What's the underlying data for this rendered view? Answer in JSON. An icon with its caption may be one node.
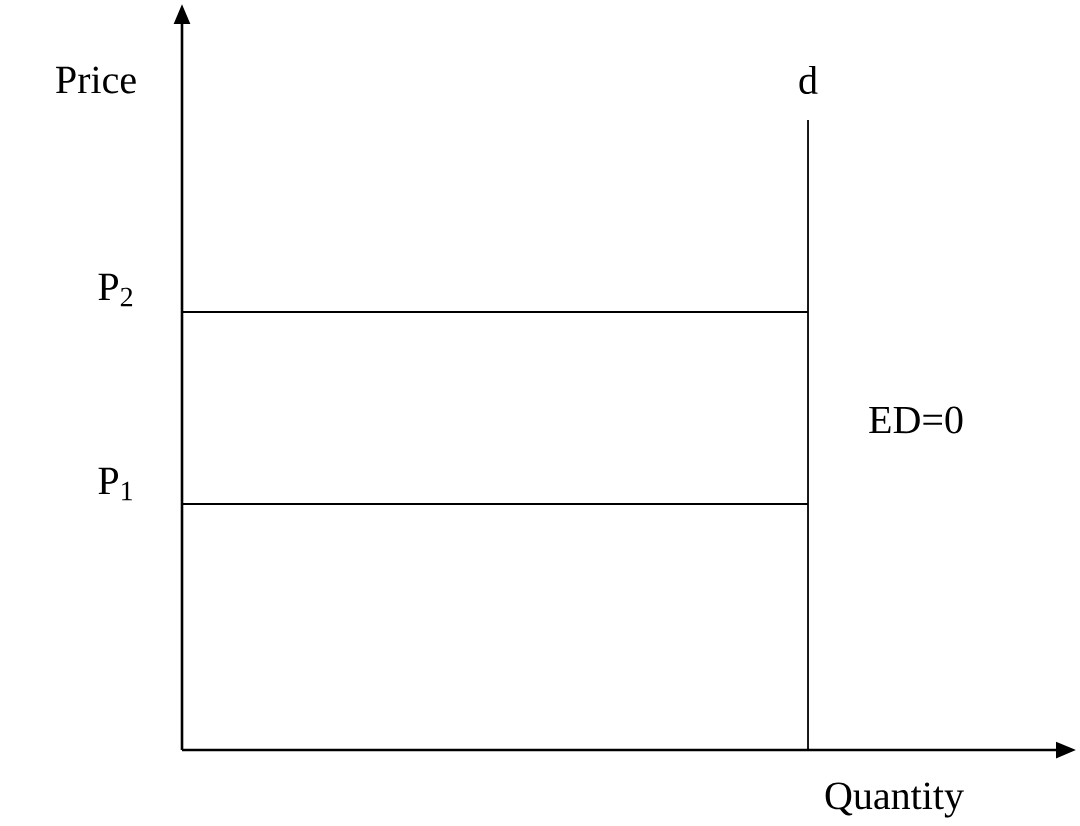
{
  "diagram": {
    "labels": [
      "Price",
      "d",
      "P$_{2}$",
      "P$_{1}$",
      "ED=0",
      "Quantity"
    ]
  }
}
